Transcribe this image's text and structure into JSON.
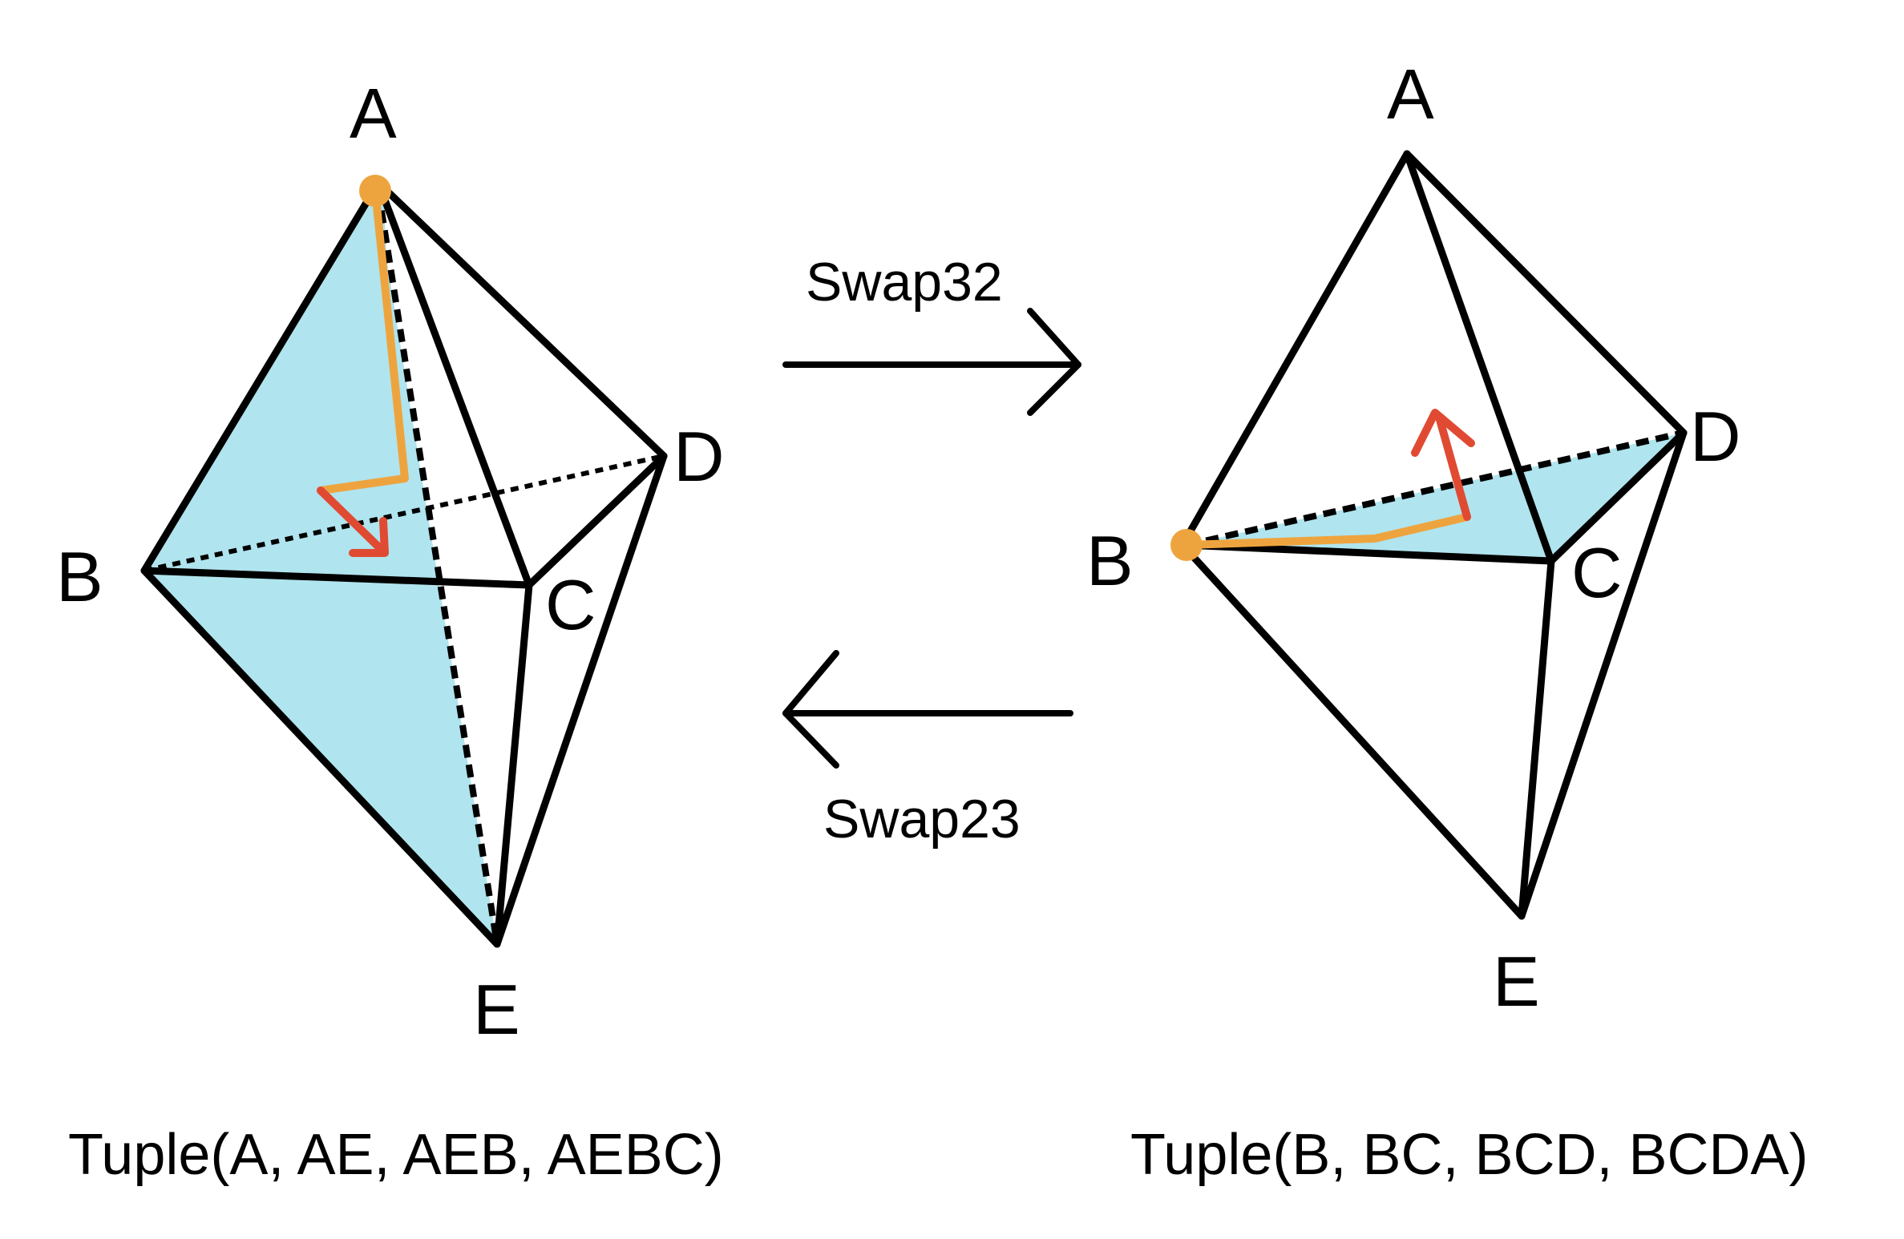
{
  "left_figure": {
    "vertices": {
      "A": "A",
      "B": "B",
      "C": "C",
      "D": "D",
      "E": "E"
    },
    "tuple_label": "Tuple(A, AE, AEB, AEBC)",
    "face_color": "#b0e4ee",
    "path_color": "#eea43e",
    "direction_color": "#e04a33"
  },
  "right_figure": {
    "vertices": {
      "A": "A",
      "B": "B",
      "C": "C",
      "D": "D",
      "E": "E"
    },
    "tuple_label": "Tuple(B, BC, BCD, BCDA)",
    "face_color": "#b0e4ee",
    "path_color": "#eea43e",
    "direction_color": "#e04a33"
  },
  "operations": {
    "forward_label": "Swap32",
    "backward_label": "Swap23"
  }
}
